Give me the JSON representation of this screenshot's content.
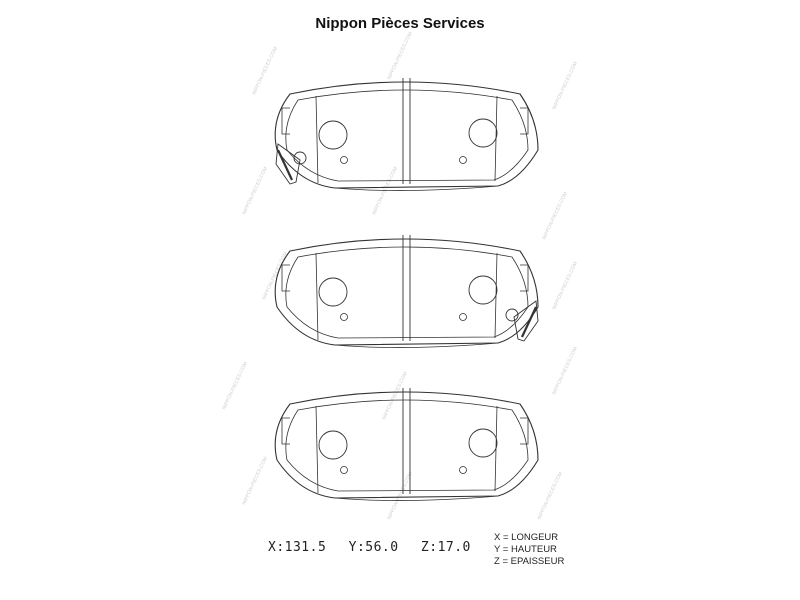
{
  "title": "Nippon Pièces Services",
  "dimensions": {
    "x_label": "X:131.5",
    "y_label": "Y:56.0",
    "z_label": "Z:17.0"
  },
  "legend": [
    "X = LONGEUR",
    "Y = HAUTEUR",
    "Z = EPAISSEUR"
  ],
  "watermark": "NIPPON-PIECES.COM",
  "colors": {
    "line": "#333333",
    "watermark": "#c8c8c8"
  }
}
